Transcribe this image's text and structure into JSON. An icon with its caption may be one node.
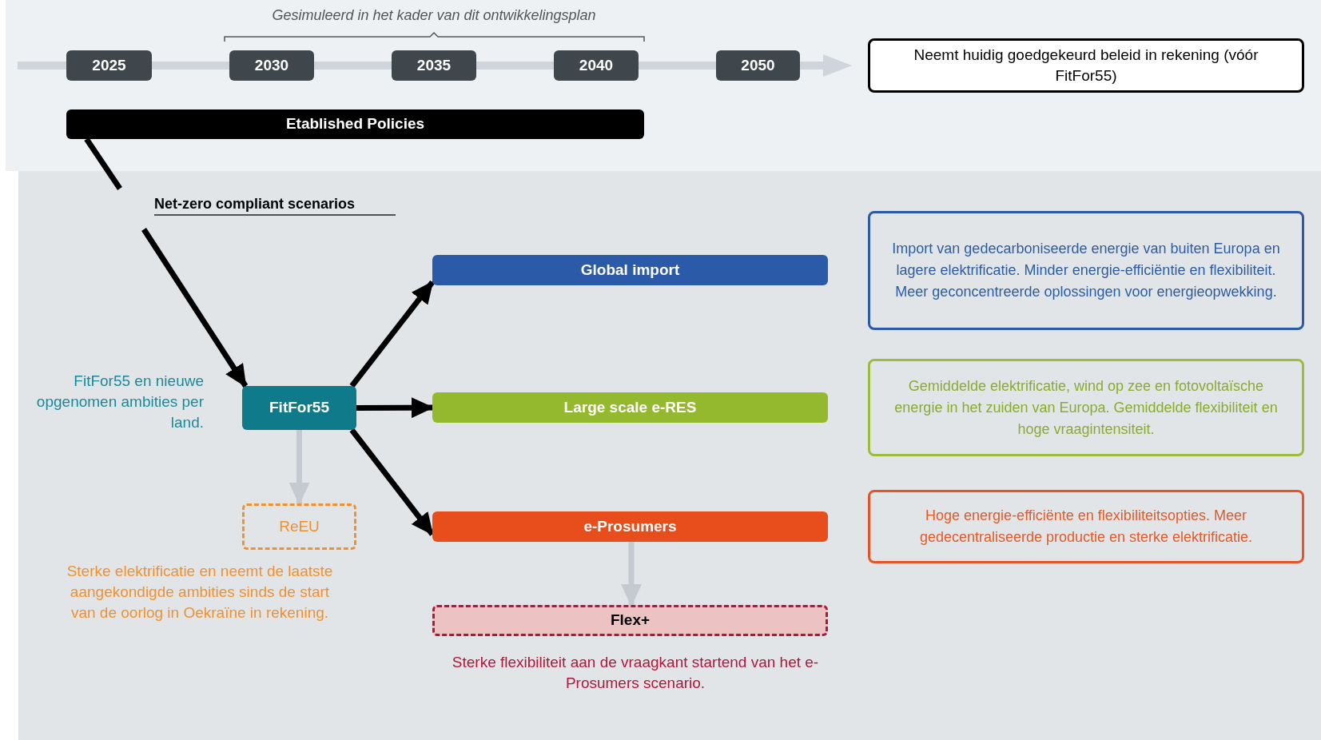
{
  "diagram": {
    "nodes": [
      {
        "text": [
          "2025"
        ]
      },
      {
        "text": [
          "2030"
        ]
      },
      {
        "text": [
          "2035"
        ]
      },
      {
        "text": [
          "2040"
        ]
      },
      {
        "text": [
          "2050"
        ]
      },
      {
        "text": [
          "Neemt huidig goedgekeurd beleid in rekening (vóór FitFor55)"
        ]
      },
      {
        "text": [
          "Etablished Policies"
        ]
      },
      {
        "text": [
          "Net-zero compliant scenarios"
        ]
      },
      {
        "text": [
          "FitFor55"
        ],
        "beside": [
          "FitFor55 en nieuwe opgenomen ambities per land."
        ]
      },
      {
        "text": [
          "ReEU"
        ],
        "beside": [
          "Sterke elektrificatie en neemt de laatste aangekondigde ambities sinds de start van de oorlog in Oekraïne in rekening."
        ]
      },
      {
        "text": [
          "Global import"
        ]
      },
      {
        "text": [
          "Large scale e-RES"
        ]
      },
      {
        "text": [
          "e-Prosumers"
        ]
      },
      {
        "text": [
          "Flex+"
        ],
        "beside": [
          "Sterke flexibiliteit aan de vraagkant startend van het e-Prosumers scenario."
        ]
      },
      {
        "text": [
          "Import van gedecarboniseerde energie van buiten Europa en lagere elektrificatie. Minder energie-efficiëntie en flexibiliteit. Meer geconcentreerde oplossingen voor energieopwekking."
        ]
      },
      {
        "text": [
          "Gemiddelde elektrificatie, wind op zee en fotovoltaïsche energie in het zuiden van Europa. Gemiddelde flexibiliteit en hoge vraagintensiteit."
        ]
      },
      {
        "text": [
          "Hoge energie-efficiënte en flexibiliteitsopties. Meer gedecentraliseerde productie en sterke elektrificatie."
        ]
      }
    ],
    "edges": [
      {
        "from": 6,
        "to": 7,
        "arrow": "none"
      },
      {
        "from": 7,
        "to": 8,
        "arrow": "to"
      },
      {
        "from": 8,
        "to": 10,
        "arrow": "to"
      },
      {
        "from": 8,
        "to": 11,
        "arrow": "to"
      },
      {
        "from": 8,
        "to": 12,
        "arrow": "to"
      },
      {
        "from": 8,
        "to": 9,
        "arrow": "to",
        "color": "#c5cad0"
      },
      {
        "from": 12,
        "to": 13,
        "arrow": "to",
        "color": "#c5cad0"
      }
    ],
    "labels": [
      "Gesimuleerd in het kader van dit ontwikkelingsplan"
    ]
  }
}
